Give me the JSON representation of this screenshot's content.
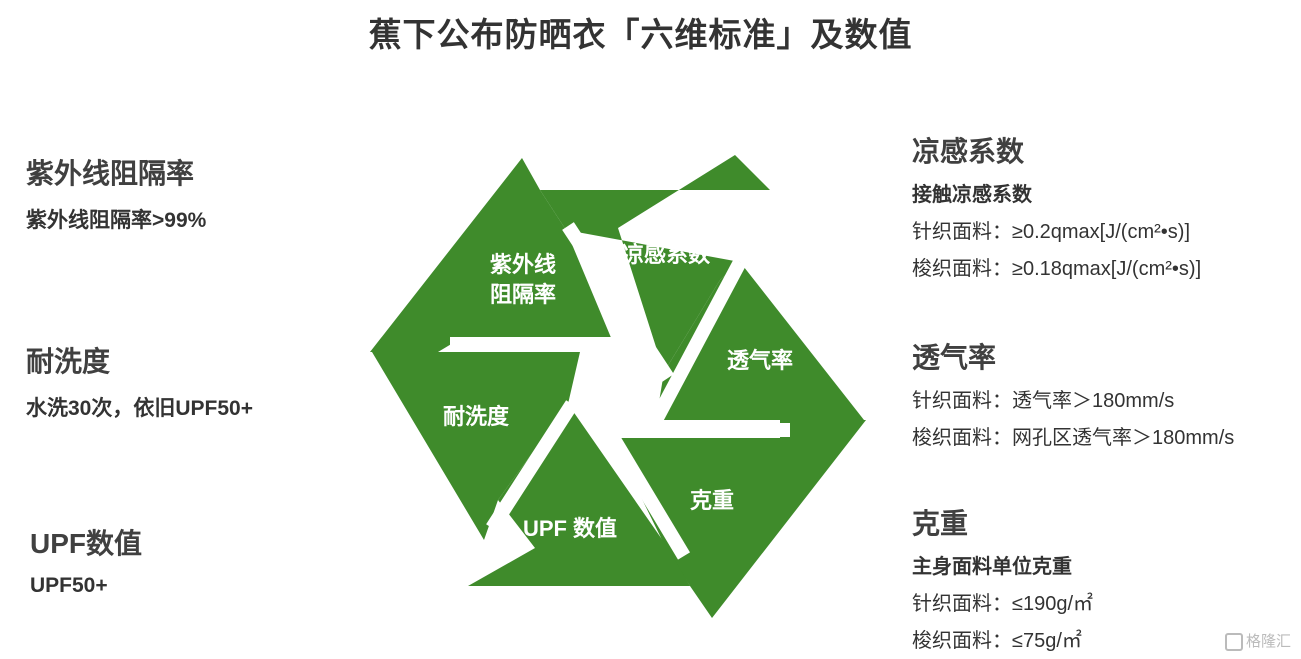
{
  "title": "蕉下公布防晒衣「六维标准」及数值",
  "colors": {
    "segment_green": "#3f8b2b",
    "text_dark": "#333333"
  },
  "left": [
    {
      "heading": "紫外线阻隔率",
      "value": "紫外线阻隔率>99%"
    },
    {
      "heading": "耐洗度",
      "value": "水洗30次，依旧UPF50+"
    },
    {
      "heading": "UPF数值",
      "value": "UPF50+"
    }
  ],
  "right": [
    {
      "heading": "凉感系数",
      "subheading": "接触凉感系数",
      "lines": [
        "针织面料：≥0.2qmax[J/(cm²•s)]",
        "梭织面料：≥0.18qmax[J/(cm²•s)]"
      ]
    },
    {
      "heading": "透气率",
      "subheading": "",
      "lines": [
        "针织面料：透气率＞180mm/s",
        "梭织面料：网孔区透气率＞180mm/s"
      ]
    },
    {
      "heading": "克重",
      "subheading": "主身面料单位克重",
      "lines": [
        "针织面料：≤190g/㎡",
        "梭织面料：≤75g/㎡"
      ]
    }
  ],
  "diagram": {
    "segments": [
      {
        "label_line1": "紫外线",
        "label_line2": "阻隔率"
      },
      {
        "label_line1": "凉感系数",
        "label_line2": ""
      },
      {
        "label_line1": "透气率",
        "label_line2": ""
      },
      {
        "label_line1": "克重",
        "label_line2": ""
      },
      {
        "label_line1": "UPF 数值",
        "label_line2": ""
      },
      {
        "label_line1": "耐洗度",
        "label_line2": ""
      }
    ]
  },
  "watermark": "格隆汇"
}
